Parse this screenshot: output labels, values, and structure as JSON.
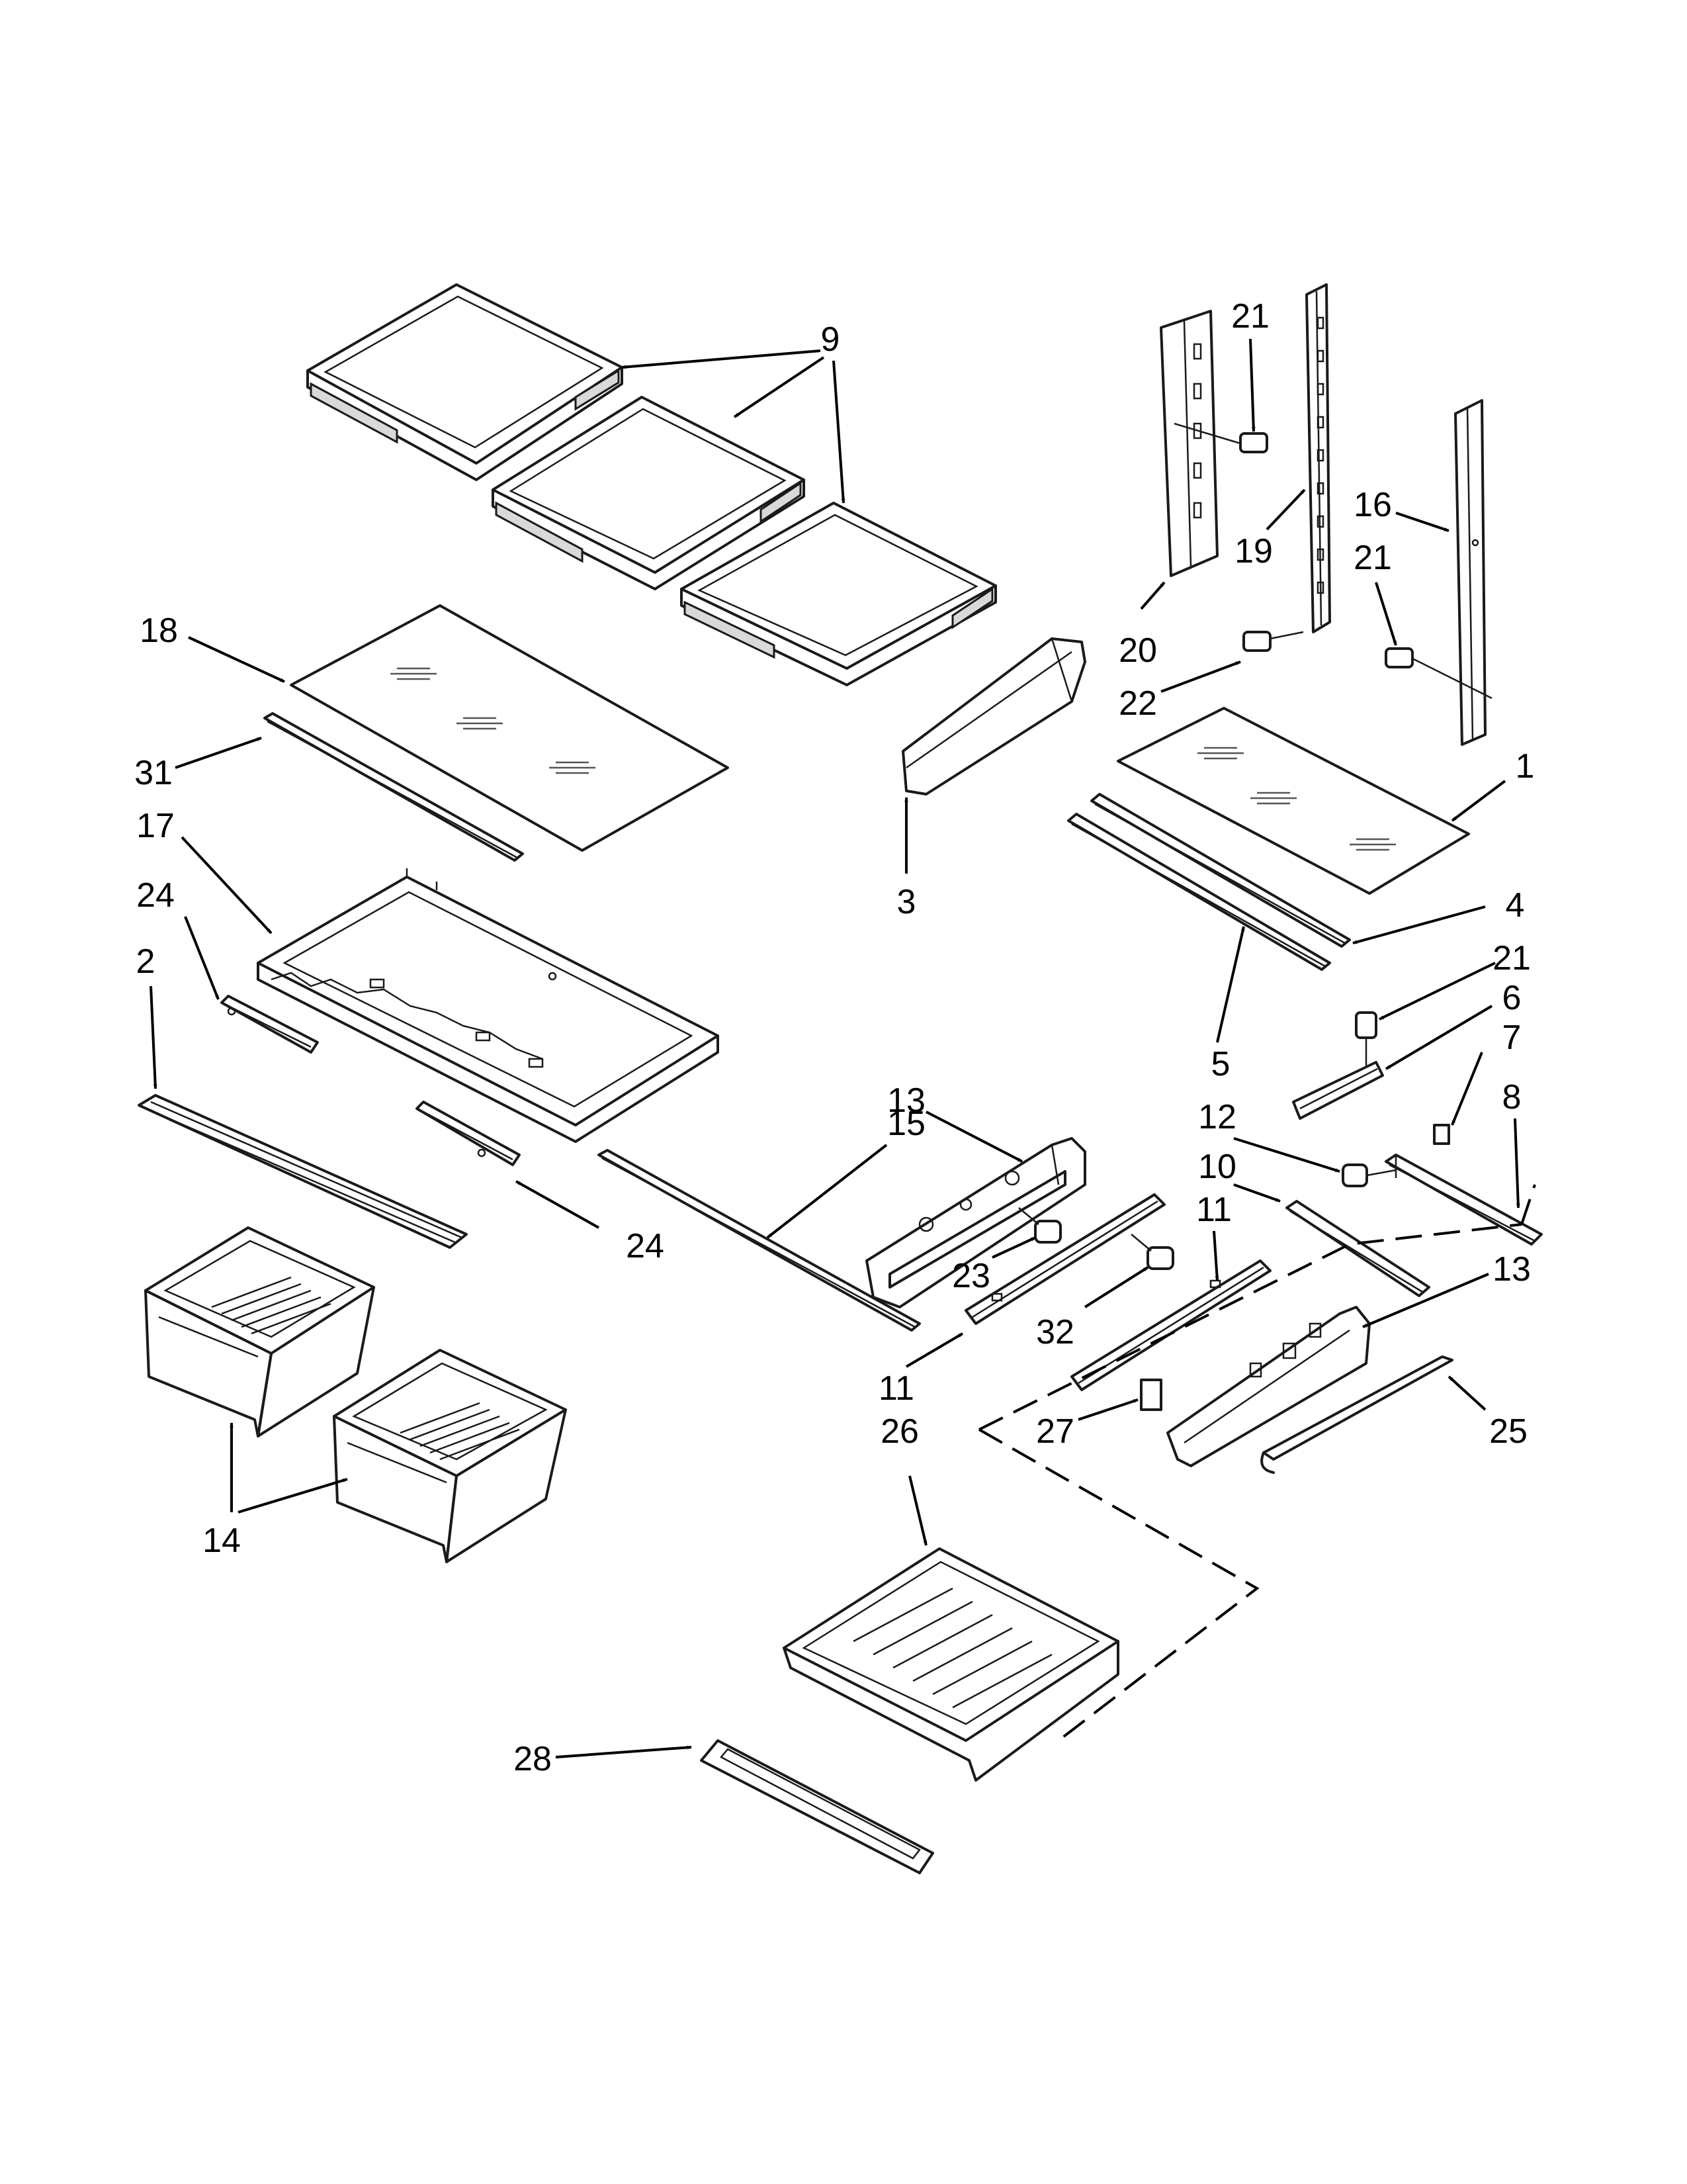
{
  "diagram": {
    "callouts": [
      {
        "id": "c9",
        "text": "9"
      },
      {
        "id": "c21a",
        "text": "21"
      },
      {
        "id": "c19",
        "text": "19"
      },
      {
        "id": "c16",
        "text": "16"
      },
      {
        "id": "c21b",
        "text": "21"
      },
      {
        "id": "c20",
        "text": "20"
      },
      {
        "id": "c22",
        "text": "22"
      },
      {
        "id": "c18",
        "text": "18"
      },
      {
        "id": "c31",
        "text": "31"
      },
      {
        "id": "c17",
        "text": "17"
      },
      {
        "id": "c24a",
        "text": "24"
      },
      {
        "id": "c2",
        "text": "2"
      },
      {
        "id": "c3",
        "text": "3"
      },
      {
        "id": "c1",
        "text": "1"
      },
      {
        "id": "c4",
        "text": "4"
      },
      {
        "id": "c21c",
        "text": "21"
      },
      {
        "id": "c6",
        "text": "6"
      },
      {
        "id": "c7",
        "text": "7"
      },
      {
        "id": "c5",
        "text": "5"
      },
      {
        "id": "c8",
        "text": "8"
      },
      {
        "id": "c12",
        "text": "12"
      },
      {
        "id": "c13a",
        "text": "13"
      },
      {
        "id": "c15",
        "text": "15"
      },
      {
        "id": "c10",
        "text": "10"
      },
      {
        "id": "c11a",
        "text": "11"
      },
      {
        "id": "c24b",
        "text": "24"
      },
      {
        "id": "c13b",
        "text": "13"
      },
      {
        "id": "c23",
        "text": "23"
      },
      {
        "id": "c32",
        "text": "32"
      },
      {
        "id": "c11b",
        "text": "11"
      },
      {
        "id": "c26",
        "text": "26"
      },
      {
        "id": "c27",
        "text": "27"
      },
      {
        "id": "c25",
        "text": "25"
      },
      {
        "id": "c14",
        "text": "14"
      },
      {
        "id": "c28",
        "text": "28"
      }
    ]
  }
}
